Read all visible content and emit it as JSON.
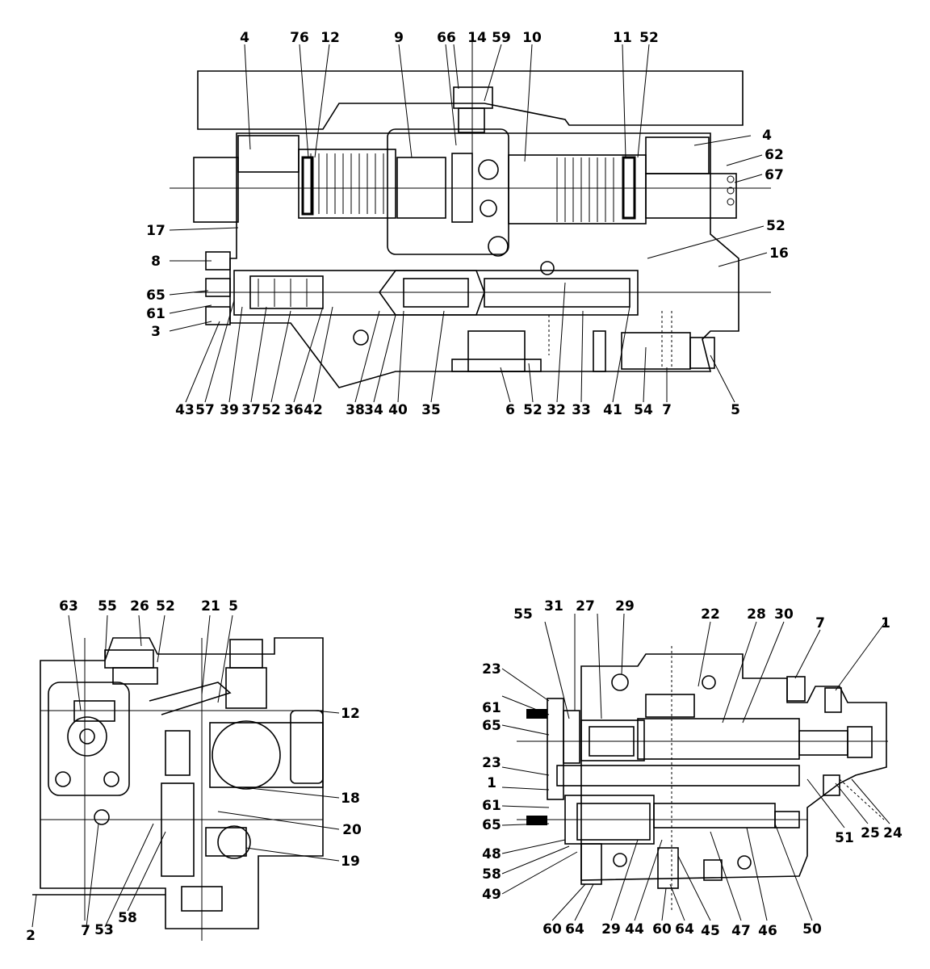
{
  "diagram": {
    "top_view": {
      "labels_top": [
        "4",
        "76",
        "12",
        "9",
        "66",
        "14",
        "59",
        "10",
        "11",
        "52"
      ],
      "labels_right": [
        "4",
        "62",
        "67",
        "52",
        "16"
      ],
      "labels_left": [
        "17",
        "8",
        "65",
        "61",
        "3"
      ],
      "labels_bottom": [
        "43",
        "57",
        "39",
        "37",
        "52",
        "36",
        "42",
        "38",
        "34",
        "40",
        "35",
        "6",
        "52",
        "32",
        "33",
        "41",
        "54",
        "7",
        "5"
      ]
    },
    "bottom_left_view": {
      "labels_top": [
        "63",
        "55",
        "26",
        "52",
        "21",
        "5"
      ],
      "labels_right": [
        "12",
        "18",
        "20",
        "19"
      ],
      "labels_bottom": [
        "2",
        "7",
        "53",
        "58"
      ]
    },
    "bottom_right_view": {
      "labels_top": [
        "55",
        "31",
        "27",
        "29",
        "22",
        "28",
        "30",
        "7",
        "1"
      ],
      "labels_left": [
        "23",
        "61",
        "65",
        "23",
        "1",
        "61",
        "65",
        "48",
        "58",
        "49"
      ],
      "labels_right": [
        "51",
        "25",
        "24"
      ],
      "labels_bottom": [
        "60",
        "64",
        "29",
        "44",
        "60",
        "64",
        "45",
        "47",
        "46",
        "50"
      ]
    }
  }
}
